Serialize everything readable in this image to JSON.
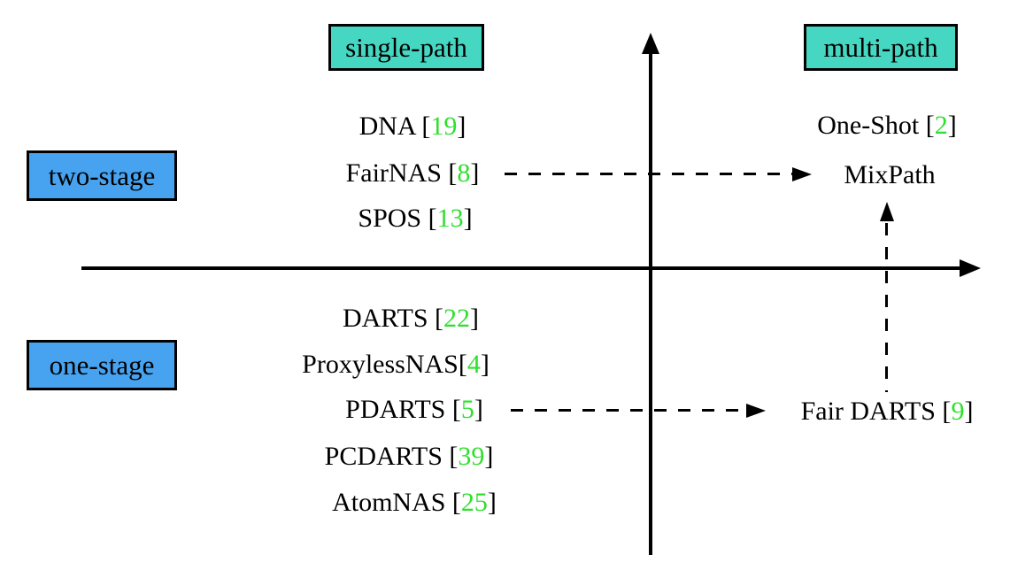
{
  "boxes": {
    "single_path": "single-path",
    "multi_path": "multi-path",
    "two_stage": "two-stage",
    "one_stage": "one-stage"
  },
  "quadrants": {
    "top_left": {
      "items": [
        {
          "pre": "DNA [",
          "cite": "19",
          "post": "]"
        },
        {
          "pre": "FairNAS [",
          "cite": "8",
          "post": "]"
        },
        {
          "pre": "SPOS [",
          "cite": "13",
          "post": "]"
        }
      ]
    },
    "top_right": {
      "items": [
        {
          "pre": "One-Shot [",
          "cite": "2",
          "post": "]"
        },
        {
          "pre": "MixPath",
          "cite": "",
          "post": ""
        }
      ]
    },
    "bottom_left": {
      "items": [
        {
          "pre": "DARTS [",
          "cite": "22",
          "post": "]"
        },
        {
          "pre": "ProxylessNAS[",
          "cite": "4",
          "post": "]"
        },
        {
          "pre": "PDARTS [",
          "cite": "5",
          "post": "]"
        },
        {
          "pre": "PCDARTS [",
          "cite": "39",
          "post": "]"
        },
        {
          "pre": "AtomNAS [",
          "cite": "25",
          "post": "]"
        }
      ]
    },
    "bottom_right": {
      "items": [
        {
          "pre": "Fair DARTS [",
          "cite": "9",
          "post": "]"
        }
      ]
    }
  },
  "arrows": [
    {
      "from": "FairNAS [8]",
      "to": "MixPath",
      "style": "dashed"
    },
    {
      "from": "PDARTS [5]",
      "to": "Fair DARTS [9]",
      "style": "dashed"
    },
    {
      "from": "Fair DARTS [9]",
      "to": "MixPath",
      "style": "dashed"
    }
  ],
  "colors": {
    "path_box_fill": "#45d7c2",
    "stage_box_fill": "#47a3f0",
    "citation_green": "#2ee02e",
    "line_black": "#000000",
    "background": "#ffffff"
  }
}
